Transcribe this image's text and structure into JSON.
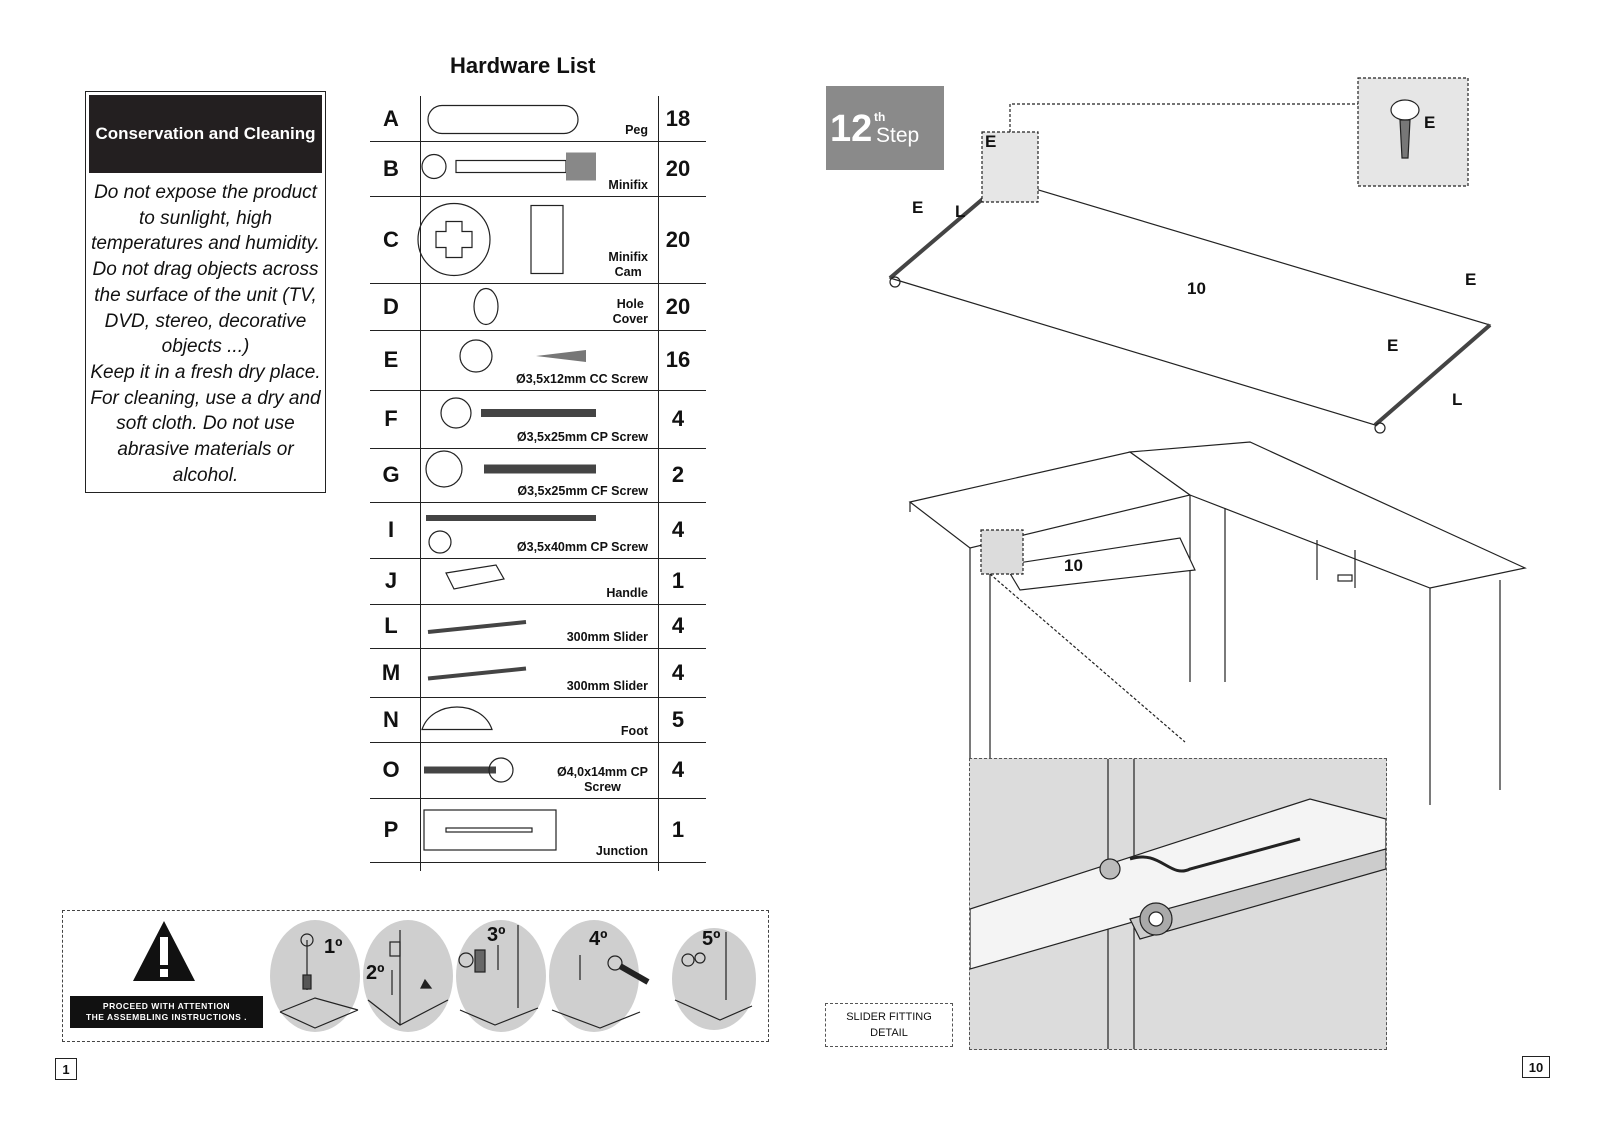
{
  "conservation": {
    "title": "Conservation and Cleaning",
    "text_lines": [
      "Do not expose the product",
      "to sunlight, high",
      "temperatures and humidity.",
      "Do not drag objects across",
      "the surface of the unit (TV,",
      "DVD, stereo, decorative",
      "objects ...)",
      "Keep it in a fresh dry place.",
      "For cleaning, use a dry and",
      "soft cloth. Do not use",
      "abrasive materials or",
      "alcohol."
    ]
  },
  "hardware": {
    "title": "Hardware List",
    "rows": [
      {
        "letter": "A",
        "desc": "Peg",
        "qty": "18",
        "icon": "peg-icon"
      },
      {
        "letter": "B",
        "desc": "Minifix",
        "qty": "20",
        "icon": "minifix-icon"
      },
      {
        "letter": "C",
        "desc": "Minifix\nCam",
        "qty": "20",
        "icon": "minifix-cam-icon"
      },
      {
        "letter": "D",
        "desc": "Hole\nCover",
        "qty": "20",
        "icon": "hole-cover-icon"
      },
      {
        "letter": "E",
        "desc": "Ø3,5x12mm CC Screw",
        "qty": "16",
        "icon": "cc-screw-icon"
      },
      {
        "letter": "F",
        "desc": "Ø3,5x25mm CP Screw",
        "qty": "4",
        "icon": "cp-screw-icon"
      },
      {
        "letter": "G",
        "desc": "Ø3,5x25mm CF Screw",
        "qty": "2",
        "icon": "cf-screw-icon"
      },
      {
        "letter": "I",
        "desc": "Ø3,5x40mm CP Screw",
        "qty": "4",
        "icon": "long-screw-icon"
      },
      {
        "letter": "J",
        "desc": "Handle",
        "qty": "1",
        "icon": "handle-icon"
      },
      {
        "letter": "L",
        "desc": "300mm Slider",
        "qty": "4",
        "icon": "slider-icon"
      },
      {
        "letter": "M",
        "desc": "300mm Slider",
        "qty": "4",
        "icon": "slider-icon"
      },
      {
        "letter": "N",
        "desc": "Foot",
        "qty": "5",
        "icon": "foot-icon"
      },
      {
        "letter": "O",
        "desc": "Ø4,0x14mm CP\nScrew",
        "qty": "4",
        "icon": "short-screw-icon"
      },
      {
        "letter": "P",
        "desc": "Junction",
        "qty": "1",
        "icon": "junction-icon"
      }
    ]
  },
  "warning": {
    "label_line1": "Proceed with attention",
    "label_line2": "the assembling instructions .",
    "steps": [
      "1º",
      "2º",
      "3º",
      "4º",
      "5º"
    ]
  },
  "pages": {
    "left": "1",
    "right": "10"
  },
  "step": {
    "number": "12",
    "sup": "th",
    "word": "Step"
  },
  "diagram": {
    "labels": {
      "e": "E",
      "l": "L",
      "part": "10"
    },
    "slider_detail": "SLIDER FITTING\nDETAIL"
  }
}
